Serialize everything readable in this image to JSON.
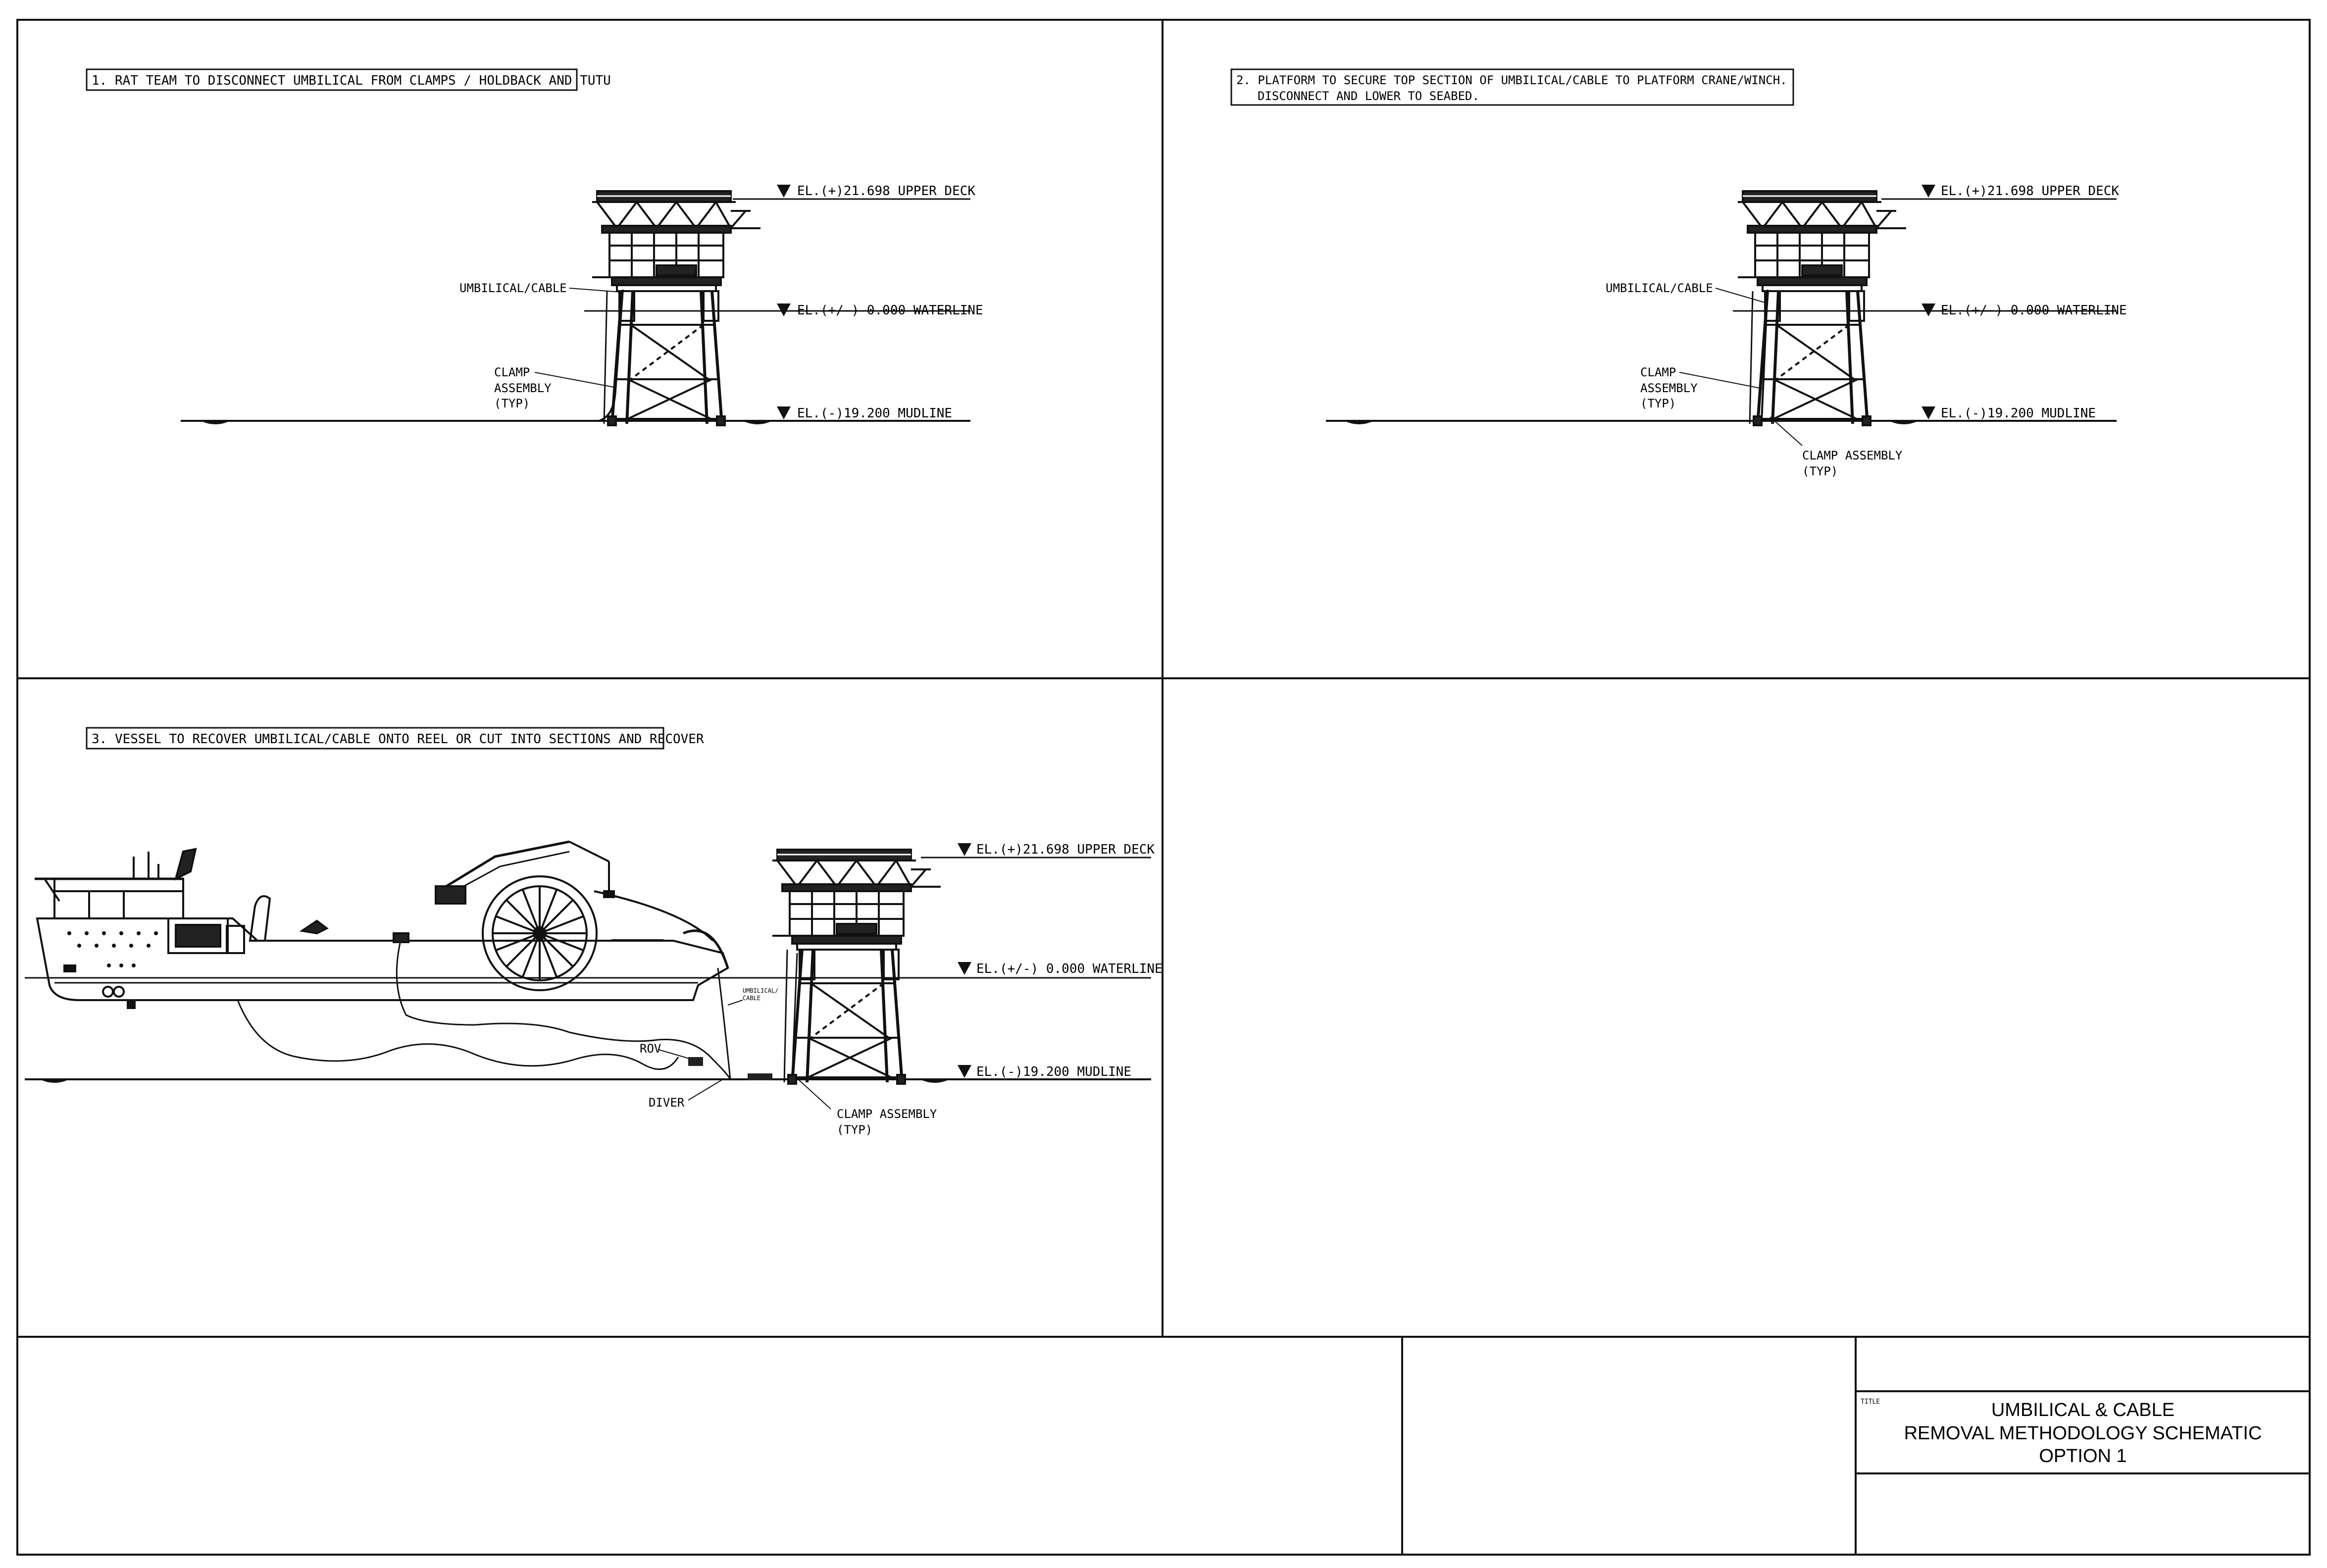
{
  "panels": [
    {
      "note": "1. RAT TEAM TO DISCONNECT UMBILICAL FROM CLAMPS / HOLDBACK AND TUTU",
      "labels": {
        "umbilical": "UMBILICAL/CABLE",
        "clamp": [
          "CLAMP",
          "ASSEMBLY",
          "(TYP)"
        ]
      },
      "elevations": {
        "deck": "EL.(+)21.698 UPPER DECK",
        "water": "EL.(+/-) 0.000 WATERLINE",
        "mud": "EL.(-)19.200 MUDLINE"
      }
    },
    {
      "note": [
        "2. PLATFORM TO SECURE TOP SECTION OF UMBILICAL/CABLE TO PLATFORM CRANE/WINCH.",
        "DISCONNECT AND LOWER TO SEABED."
      ],
      "labels": {
        "umbilical": "UMBILICAL/CABLE",
        "clamp": [
          "CLAMP",
          "ASSEMBLY",
          "(TYP)"
        ],
        "clamp_lower": [
          "CLAMP ASSEMBLY",
          "(TYP)"
        ]
      },
      "elevations": {
        "deck": "EL.(+)21.698 UPPER DECK",
        "water": "EL.(+/-) 0.000 WATERLINE",
        "mud": "EL.(-)19.200 MUDLINE"
      }
    },
    {
      "note": "3. VESSEL TO RECOVER UMBILICAL/CABLE ONTO REEL OR CUT INTO SECTIONS AND RECOVER",
      "labels": {
        "rov": "ROV",
        "diver": "DIVER",
        "umbilical_small": [
          "UMBILICAL/",
          "CABLE"
        ],
        "clamp_lower": [
          "CLAMP ASSEMBLY",
          "(TYP)"
        ]
      },
      "elevations": {
        "deck": "EL.(+)21.698 UPPER DECK",
        "water": "EL.(+/-) 0.000 WATERLINE",
        "mud": "EL.(-)19.200 MUDLINE"
      }
    }
  ],
  "title_block": {
    "title_label": "TITLE",
    "title_lines": [
      "UMBILICAL & CABLE",
      "REMOVAL METHODOLOGY SCHEMATIC",
      "OPTION 1"
    ]
  }
}
